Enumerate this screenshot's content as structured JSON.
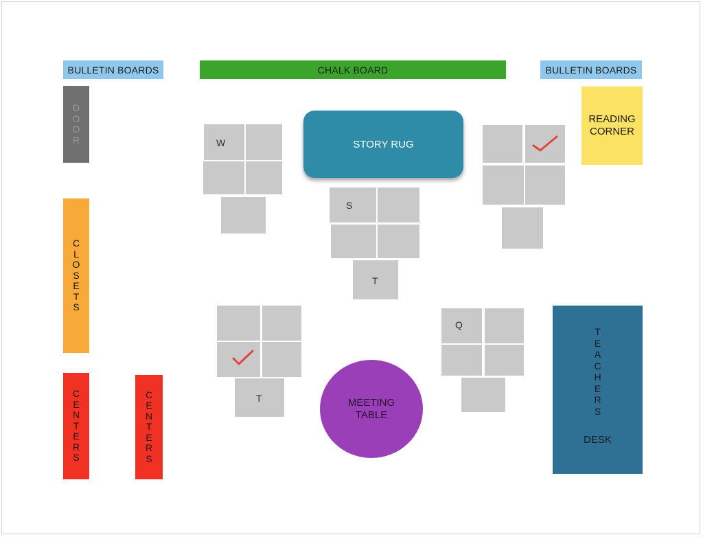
{
  "bulletin_left": "BULLETIN BOARDS",
  "chalk_board": "CHALK BOARD",
  "bulletin_right": "BULLETIN BOARDS",
  "door": [
    "D",
    "O",
    "O",
    "R"
  ],
  "closets": [
    "C",
    "L",
    "O",
    "S",
    "E",
    "T",
    "S"
  ],
  "centers_1": [
    "C",
    "E",
    "N",
    "T",
    "E",
    "R",
    "S"
  ],
  "centers_2": [
    "C",
    "E",
    "N",
    "T",
    "E",
    "R",
    "S"
  ],
  "story_rug": "STORY RUG",
  "reading_corner": [
    "READING",
    "CORNER"
  ],
  "meeting_table": [
    "MEETING",
    "TABLE"
  ],
  "teachers_desk": {
    "letters": [
      "T",
      "E",
      "A",
      "C",
      "H",
      "E",
      "R",
      "S"
    ],
    "word": "DESK"
  },
  "desk_labels": {
    "w": "W",
    "s": "S",
    "t_center": "T",
    "t_left": "T",
    "q": "Q"
  },
  "colors": {
    "bulletin": "#8fc8ea",
    "chalk": "#3aa52a",
    "door": "#6f6f6f",
    "closets": "#f7a93a",
    "centers": "#f23125",
    "rug": "#2f8ca9",
    "reading": "#fbe164",
    "meeting": "#9a3fb8",
    "teacher": "#2f7095",
    "desk": "#c9c9c9",
    "check": "#e2453f"
  },
  "icons": [
    "check-mark-icon",
    "check-mark-icon"
  ]
}
